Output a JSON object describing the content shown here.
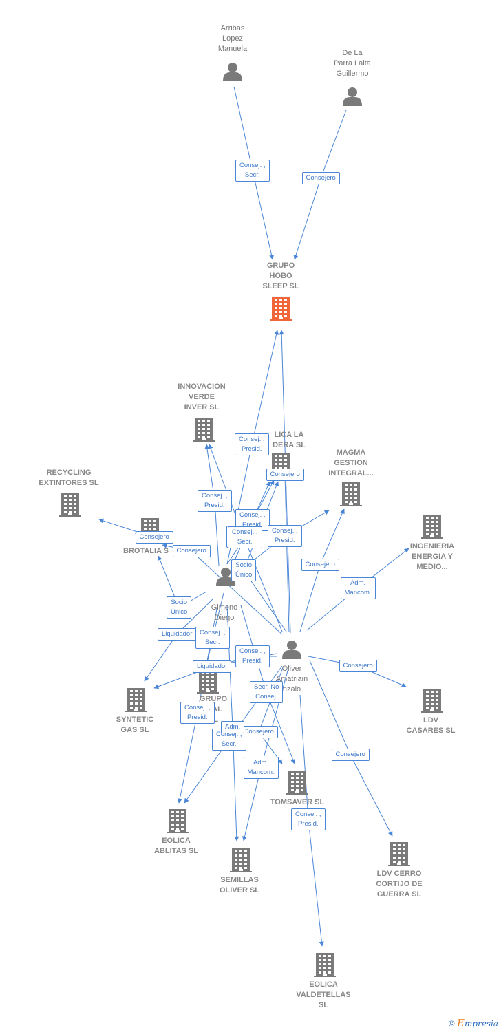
{
  "colors": {
    "edge": "#4a86d6",
    "icon": "#7a7a7a",
    "focus_icon": "#f0663a",
    "label": "#777777"
  },
  "nodes": [
    {
      "id": "arribas",
      "type": "person",
      "label": "Arribas\nLopez\nManuela"
    },
    {
      "id": "delaparra",
      "type": "person",
      "label": "De La\nParra Laita\nGuillermo"
    },
    {
      "id": "grupohobo",
      "type": "company",
      "focus": true,
      "label": "GRUPO\nHOBO\nSLEEP  SL"
    },
    {
      "id": "innovacion",
      "type": "company",
      "label": "INNOVACION\nVERDE\nINVER SL"
    },
    {
      "id": "lica",
      "type": "company",
      "label": "LICA LA\nDERA SL"
    },
    {
      "id": "magma",
      "type": "company",
      "label": "MAGMA\nGESTION\nINTEGRAL..."
    },
    {
      "id": "recycling",
      "type": "company",
      "label": "RECYCLING\nEXTINTORES SL"
    },
    {
      "id": "ingenieria",
      "type": "company",
      "label": "INGENIERIA\nENERGIA Y\nMEDIO..."
    },
    {
      "id": "brotalia",
      "type": "company",
      "label": "BROTALIA  S"
    },
    {
      "id": "gimeno",
      "type": "person",
      "label": "Gimeno\nDiego"
    },
    {
      "id": "oliver",
      "type": "person",
      "label": "Oliver\nAmatriain\nnzalo"
    },
    {
      "id": "syntetic",
      "type": "company",
      "label": "SYNTETIC\nGAS  SL"
    },
    {
      "id": "grupoind",
      "type": "company",
      "label": "GRUPO\nRIAL\nSL"
    },
    {
      "id": "ldvcasares",
      "type": "company",
      "label": "LDV\nCASARES SL"
    },
    {
      "id": "tomsaver",
      "type": "company",
      "label": "TOMSAVER  SL"
    },
    {
      "id": "eolicaablitas",
      "type": "company",
      "label": "EOLICA\nABLITAS  SL"
    },
    {
      "id": "semillas",
      "type": "company",
      "label": "SEMILLAS\nOLIVER  SL"
    },
    {
      "id": "ldvcerro",
      "type": "company",
      "label": "LDV CERRO\nCORTIJO DE\nGUERRA SL"
    },
    {
      "id": "eolicavaldetellas",
      "type": "company",
      "label": "EOLICA\nVALDETELLAS\nSL"
    }
  ],
  "edges": [
    {
      "from": "arribas",
      "to": "grupohobo",
      "label": "Consej. ,\nSecr."
    },
    {
      "from": "delaparra",
      "to": "grupohobo",
      "label": "Consejero"
    },
    {
      "from": "gimeno",
      "to": "grupohobo",
      "label": "Consej. ,\nPresid."
    },
    {
      "from": "oliver",
      "to": "grupohobo",
      "label": ""
    },
    {
      "from": "gimeno",
      "to": "innovacion",
      "label": "Consej. ,\nPresid."
    },
    {
      "from": "oliver",
      "to": "innovacion",
      "label": "Consej. ,\nSecr."
    },
    {
      "from": "gimeno",
      "to": "lica",
      "label": "Consej. ,\nPresid."
    },
    {
      "from": "oliver",
      "to": "lica",
      "label": "Consejero"
    },
    {
      "from": "gimeno",
      "to": "magma",
      "label": "Consej. ,\nPresid."
    },
    {
      "from": "oliver",
      "to": "magma",
      "label": "Consejero"
    },
    {
      "from": "brotalia",
      "to": "recycling",
      "label": "Consejero"
    },
    {
      "from": "oliver",
      "to": "brotalia",
      "label": "Consejero"
    },
    {
      "from": "oliver",
      "to": "ingenieria",
      "label": "Adm.\nMancom."
    },
    {
      "from": "gimeno",
      "to": "brotalia",
      "label": "Socio\nÚnico"
    },
    {
      "from": "oliver",
      "to": "lica",
      "label": "Socio\nÚnico"
    },
    {
      "from": "gimeno",
      "to": "lica",
      "label": "Consej. ,\nSecr."
    },
    {
      "from": "gimeno",
      "to": "syntetic",
      "label": "Liquidador"
    },
    {
      "from": "oliver",
      "to": "syntetic",
      "label": "Liquidador"
    },
    {
      "from": "gimeno",
      "to": "grupoind",
      "label": "Consej. ,\nSecr."
    },
    {
      "from": "oliver",
      "to": "grupoind",
      "label": "Consej. ,\nPresid."
    },
    {
      "from": "oliver",
      "to": "ldvcasares",
      "label": "Consejero"
    },
    {
      "from": "gimeno",
      "to": "tomsaver",
      "label": "Secr.  No\nConsej."
    },
    {
      "from": "oliver",
      "to": "tomsaver",
      "label": "Consejero"
    },
    {
      "from": "gimeno",
      "to": "eolicaablitas",
      "label": "Consej. ,\nPresid."
    },
    {
      "from": "oliver",
      "to": "eolicaablitas",
      "label": "Consej. ,\nSecr."
    },
    {
      "from": "gimeno",
      "to": "semillas",
      "label": "Adm."
    },
    {
      "from": "oliver",
      "to": "semillas",
      "label": "Adm.\nMancom."
    },
    {
      "from": "oliver",
      "to": "ldvcerro",
      "label": "Consejero"
    },
    {
      "from": "oliver",
      "to": "eolicavaldetellas",
      "label": "Consej. ,\nPresid."
    }
  ],
  "footer": {
    "copyright": "©",
    "brand_initial": "E",
    "brand_rest": "mpresia"
  }
}
